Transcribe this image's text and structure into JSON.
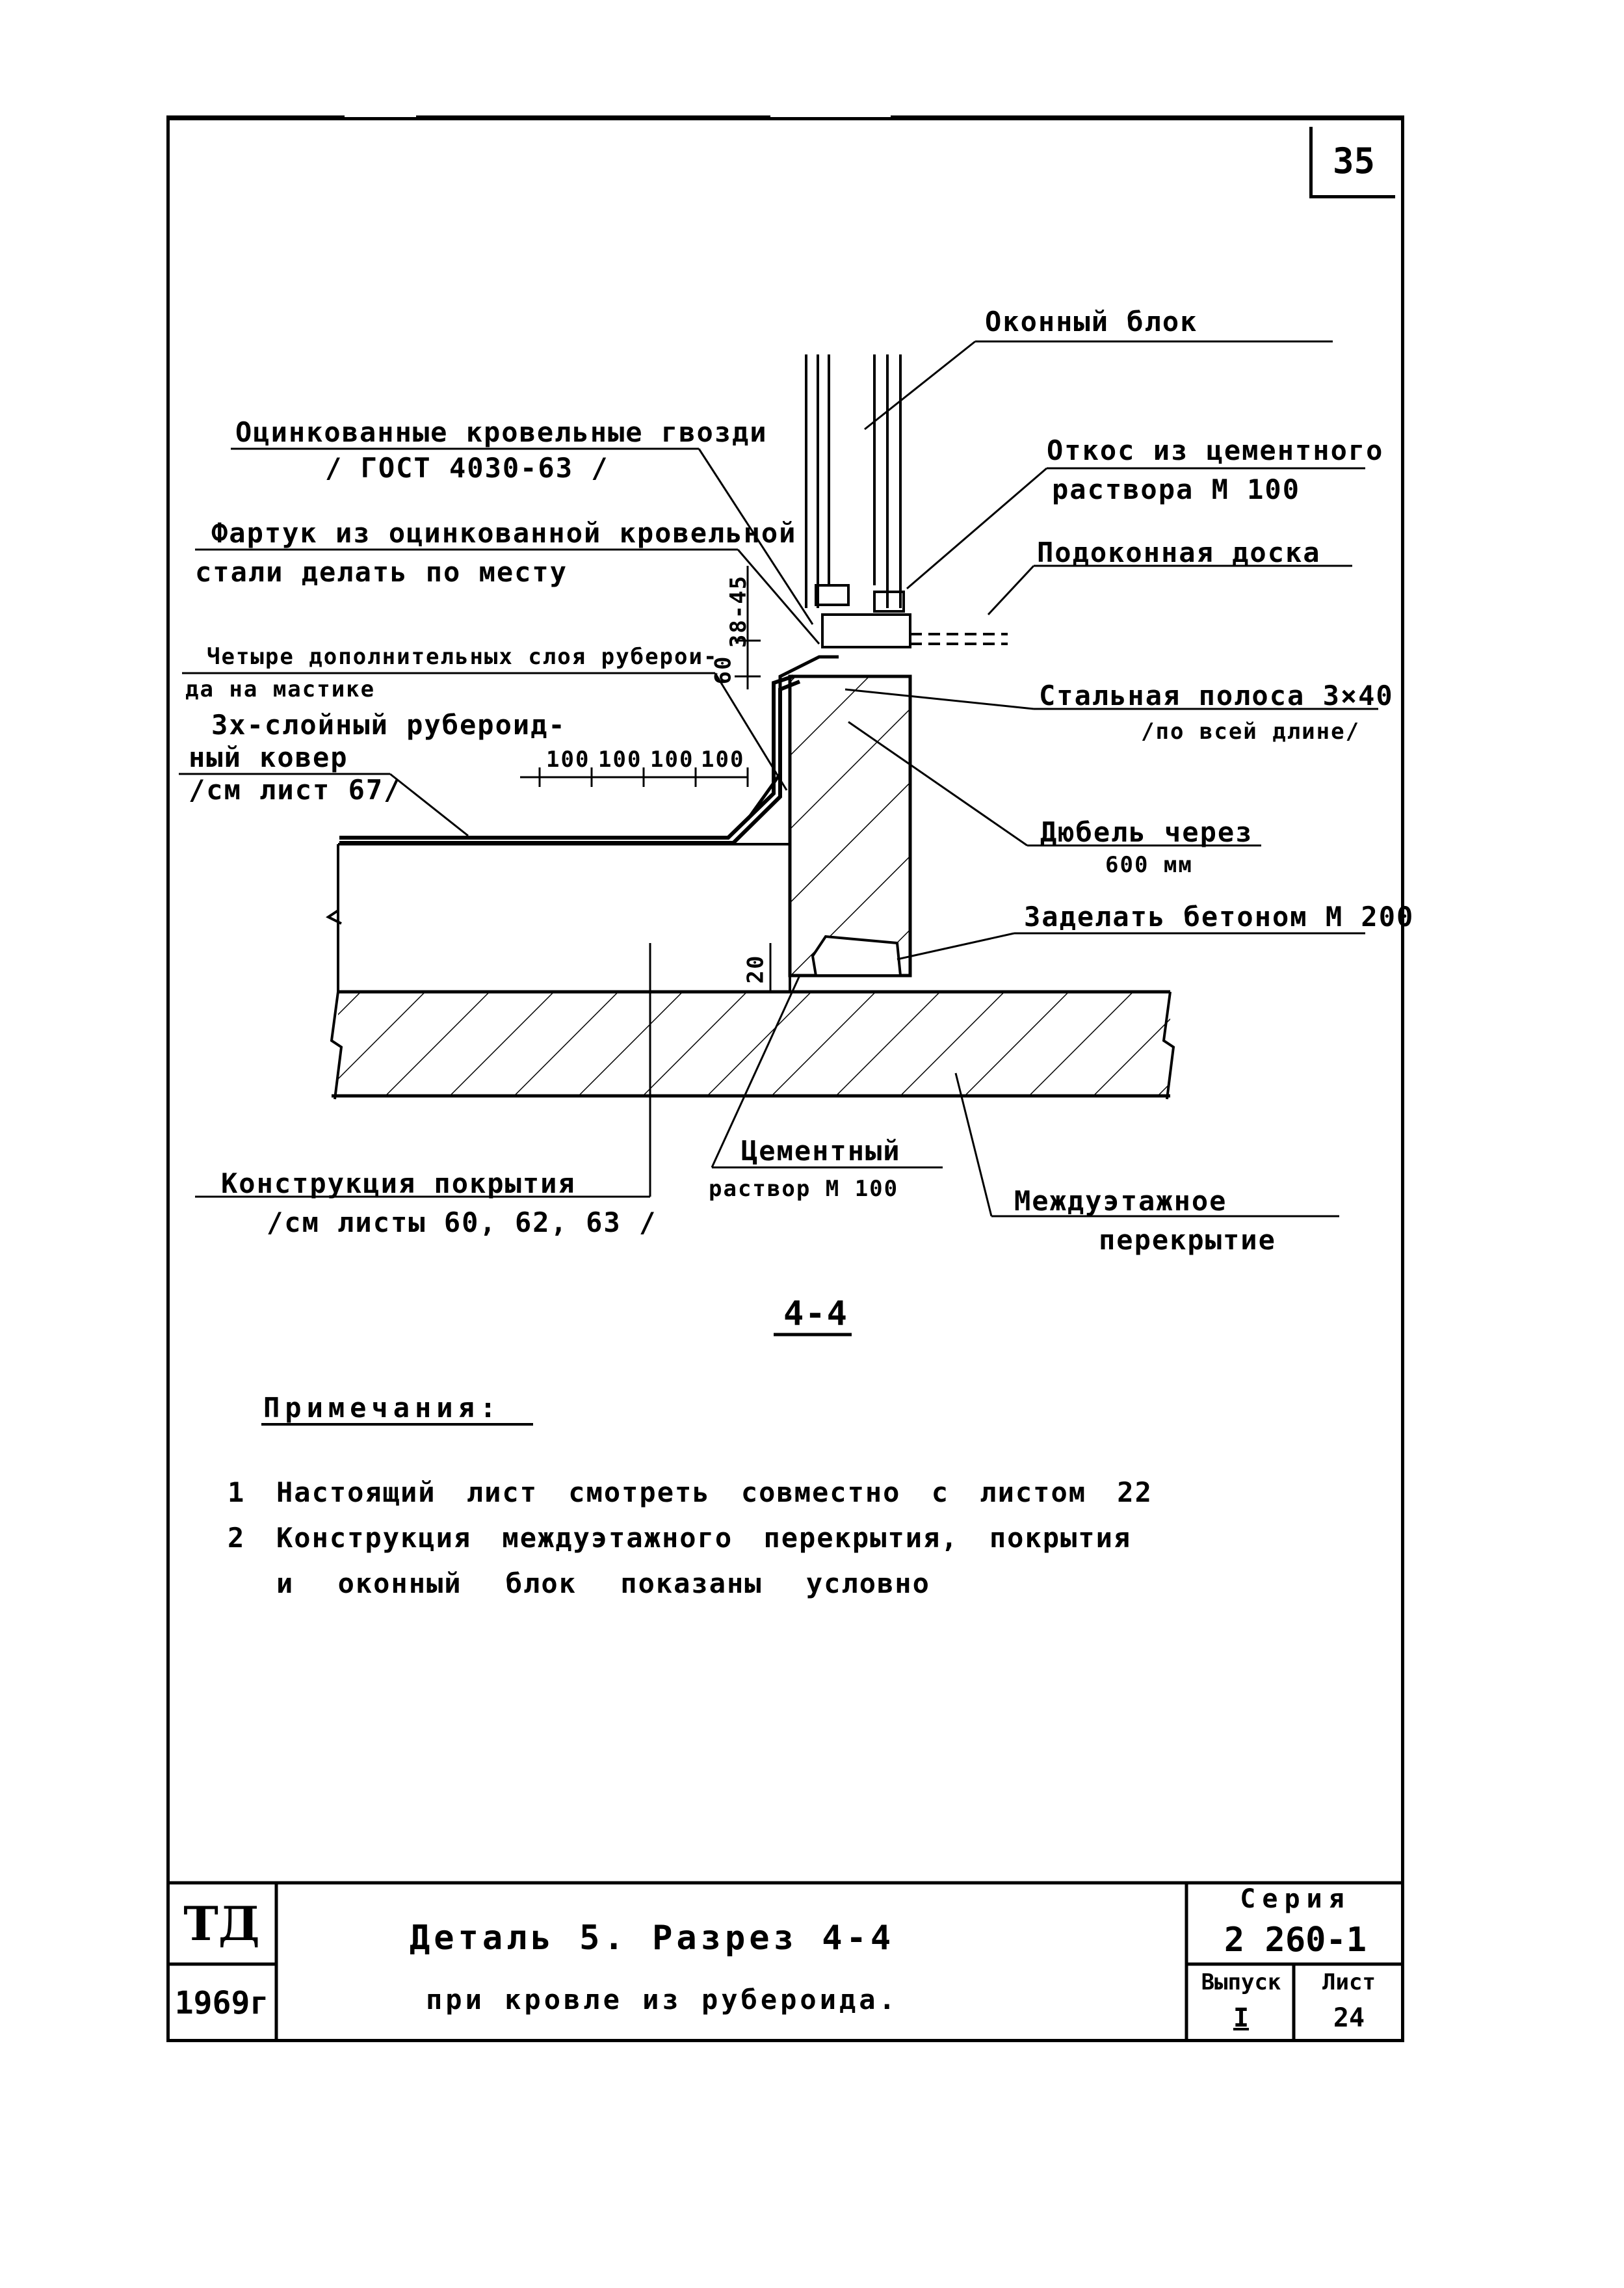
{
  "sheet": {
    "number": "35"
  },
  "labels": {
    "window_block": "Оконный блок",
    "nails_line1": "Оцинкованные кровельные гвозди",
    "nails_line2": "/ ГОСТ 4030-63 /",
    "slope_line1": "Откос из цементного",
    "slope_line2": "раствора М 100",
    "apron_line1": "Фартук из оцинкованной кровельной",
    "apron_line2": "стали делать по месту",
    "sill_board": "Подоконная доска",
    "four_layers_line1": "Четыре дополнительных слоя руберои-",
    "four_layers_line2": "да на мастике",
    "steel_strip_line1": "Стальная полоса 3×40",
    "steel_strip_line2": "/по всей длине/",
    "carpet_line1": "3х-слойный рубероид-",
    "carpet_line2": "ный ковер",
    "carpet_line3": "/см лист 67/",
    "dowel_line1": "Дюбель через",
    "dowel_line2": "600 мм",
    "embed_concrete": "Заделать бетоном М 200",
    "cement_line1": "Цементный",
    "cement_line2": "раствор М 100",
    "roof_line1": "Конструкция покрытия",
    "roof_line2": "/см листы 60, 62, 63 /",
    "floor_line1": "Междуэтажное",
    "floor_line2": "перекрытие"
  },
  "dimensions": {
    "steps": [
      "100",
      "100",
      "100",
      "100"
    ],
    "height_60": "60",
    "height_range": "38-45",
    "gap_20": "20"
  },
  "section_title": "4-4",
  "notes": {
    "heading": "Примечания:",
    "items": [
      {
        "num": "1",
        "text": "Настоящий лист смотреть совместно с листом 22"
      },
      {
        "num": "2",
        "text": "Конструкция междуэтажного перекрытия, покрытия"
      },
      {
        "num": "",
        "text": "и оконный блок показаны условно"
      }
    ]
  },
  "title_block": {
    "org": "ТД",
    "year": "1969г",
    "title_line1": "Деталь 5. Разрез 4-4",
    "title_line2": "при кровле из рубероида.",
    "series_label": "Серия",
    "series_value": "2 260-1",
    "issue_label": "Выпуск",
    "issue_value": "I",
    "sheet_label": "Лист",
    "sheet_value": "24"
  }
}
